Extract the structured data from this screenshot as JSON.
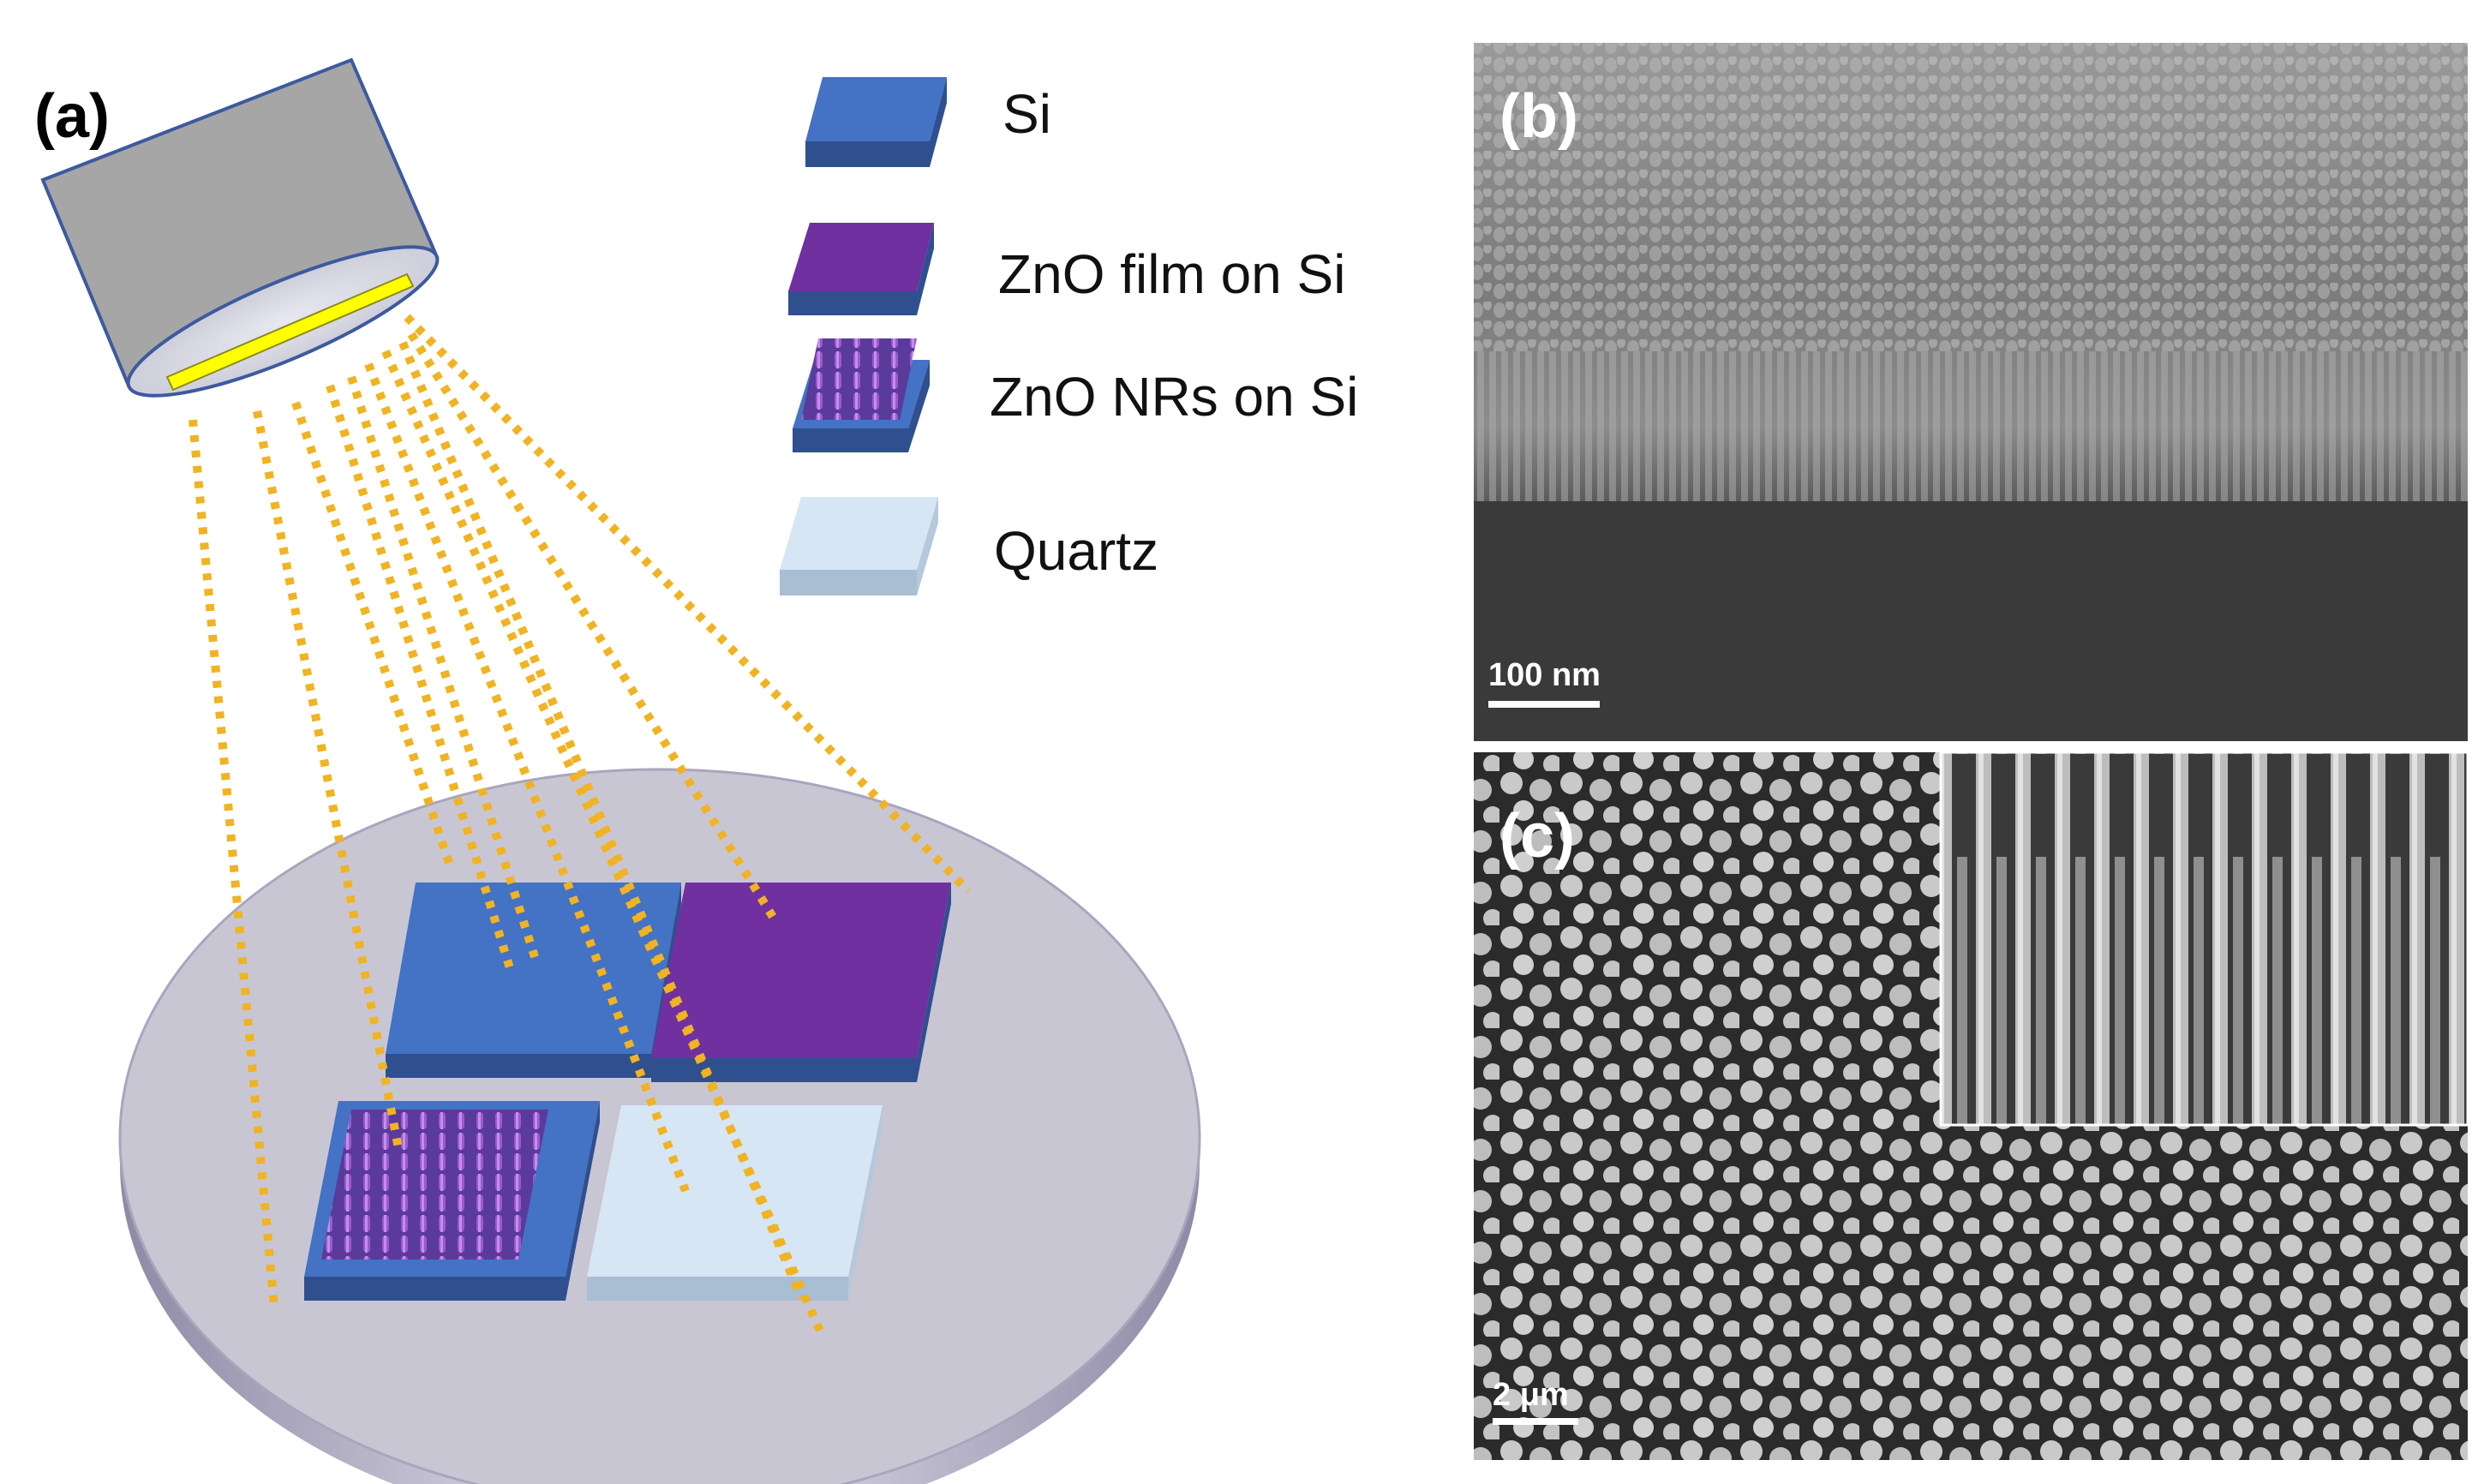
{
  "panel_a": {
    "label": "(a)",
    "legend": [
      {
        "key": "si",
        "text": "Si",
        "color": "#4472C4"
      },
      {
        "key": "zno_film",
        "text": "ZnO film on Si",
        "color": "#7030A0"
      },
      {
        "key": "zno_nrs",
        "text": "ZnO NRs on Si",
        "color": "#7030A0"
      },
      {
        "key": "quartz",
        "text": "Quartz",
        "color": "#D6E6F5"
      }
    ],
    "colors": {
      "lamp_body": "#A6A6A6",
      "lamp_slit": "#FFFF00",
      "beam": "#F0B323",
      "stage": "#C8C5D3",
      "si": "#4472C4",
      "si_side": "#2F4F8F",
      "zno": "#7030A0",
      "quartz": "#D6E6F5"
    }
  },
  "panel_b": {
    "label": "(b)",
    "scale_bar": "100 nm"
  },
  "panel_c": {
    "label": "(c)",
    "scale_bar": "2 μm"
  }
}
